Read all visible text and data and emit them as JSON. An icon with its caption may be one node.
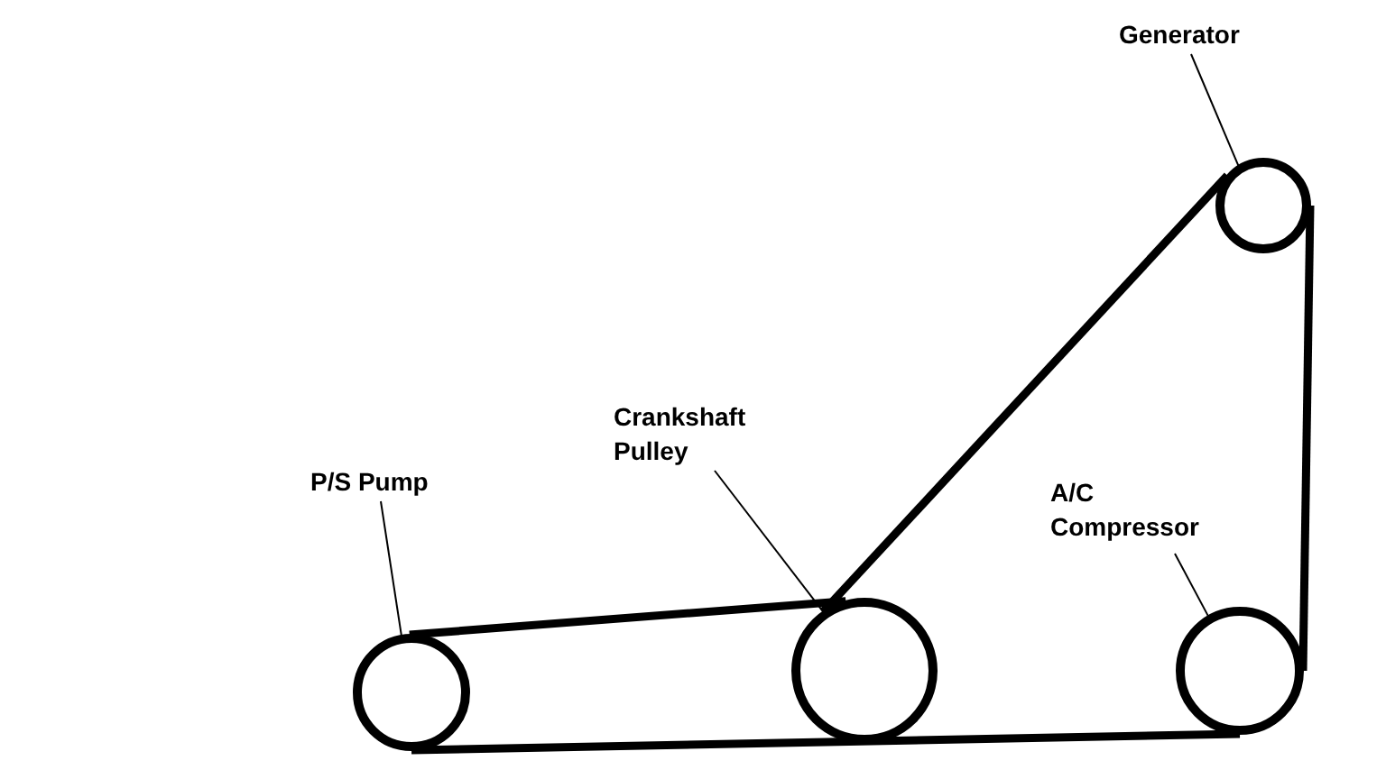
{
  "diagram": {
    "nodes": [
      {
        "text": [
          "Generator"
        ]
      },
      {
        "text": [],
        "shape": "circle"
      },
      {
        "text": [
          "Crankshaft Pulley"
        ]
      },
      {
        "text": [],
        "shape": "circle"
      },
      {
        "text": [
          "P/S Pump"
        ]
      },
      {
        "text": [],
        "shape": "circle"
      },
      {
        "text": [
          "A/C Compressor"
        ]
      },
      {
        "text": [],
        "shape": "circle"
      }
    ],
    "edges": [
      {
        "from": 0,
        "to": 1,
        "arrow": "none"
      },
      {
        "from": 2,
        "to": 3,
        "arrow": "none"
      },
      {
        "from": 4,
        "to": 5,
        "arrow": "none"
      },
      {
        "from": 6,
        "to": 7,
        "arrow": "none"
      },
      {
        "from": 5,
        "to": 3,
        "arrow": "none",
        "style": "thick"
      },
      {
        "from": 3,
        "to": 1,
        "arrow": "none",
        "style": "thick"
      },
      {
        "from": 1,
        "to": 7,
        "arrow": "none",
        "style": "thick"
      },
      {
        "from": 7,
        "to": 5,
        "arrow": "none",
        "style": "thick"
      }
    ]
  }
}
